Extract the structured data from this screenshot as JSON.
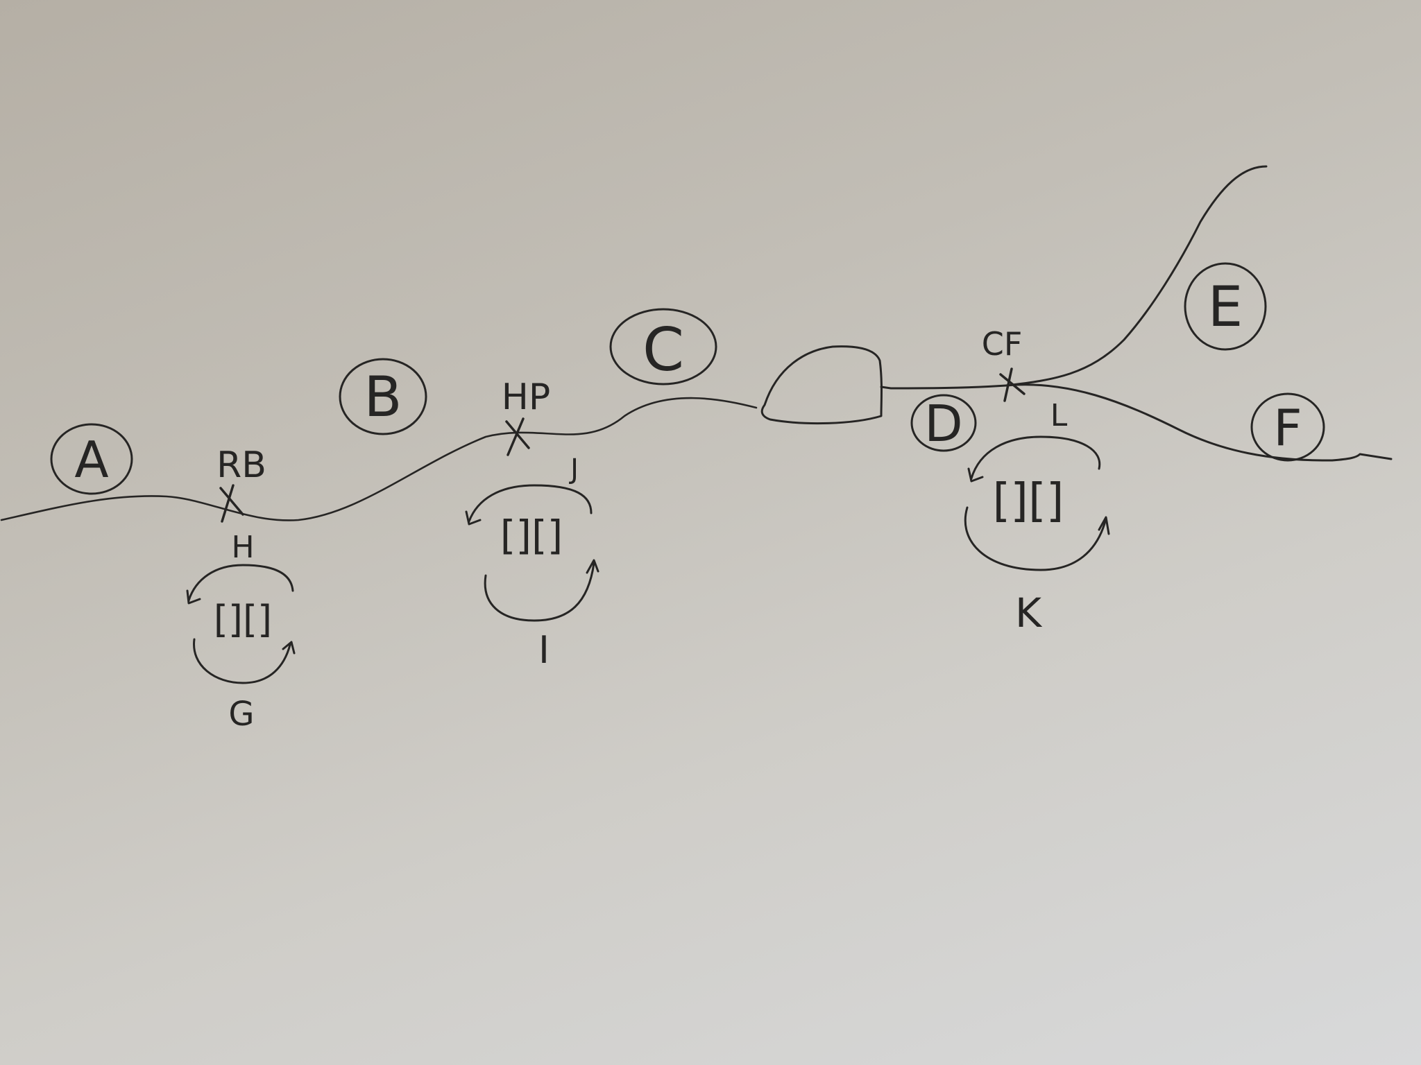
{
  "diagram": {
    "circled_labels": [
      "A",
      "B",
      "C",
      "D",
      "E",
      "F"
    ],
    "crossing_labels": [
      "RB",
      "HP",
      "CF"
    ],
    "loop_labels": {
      "G": "G",
      "H": "H",
      "I": "I",
      "J": "J",
      "K": "K",
      "L": "L"
    },
    "loop_glyph": "[][]"
  },
  "colors": {
    "ink": "#262524",
    "board": "#c7c4be"
  }
}
